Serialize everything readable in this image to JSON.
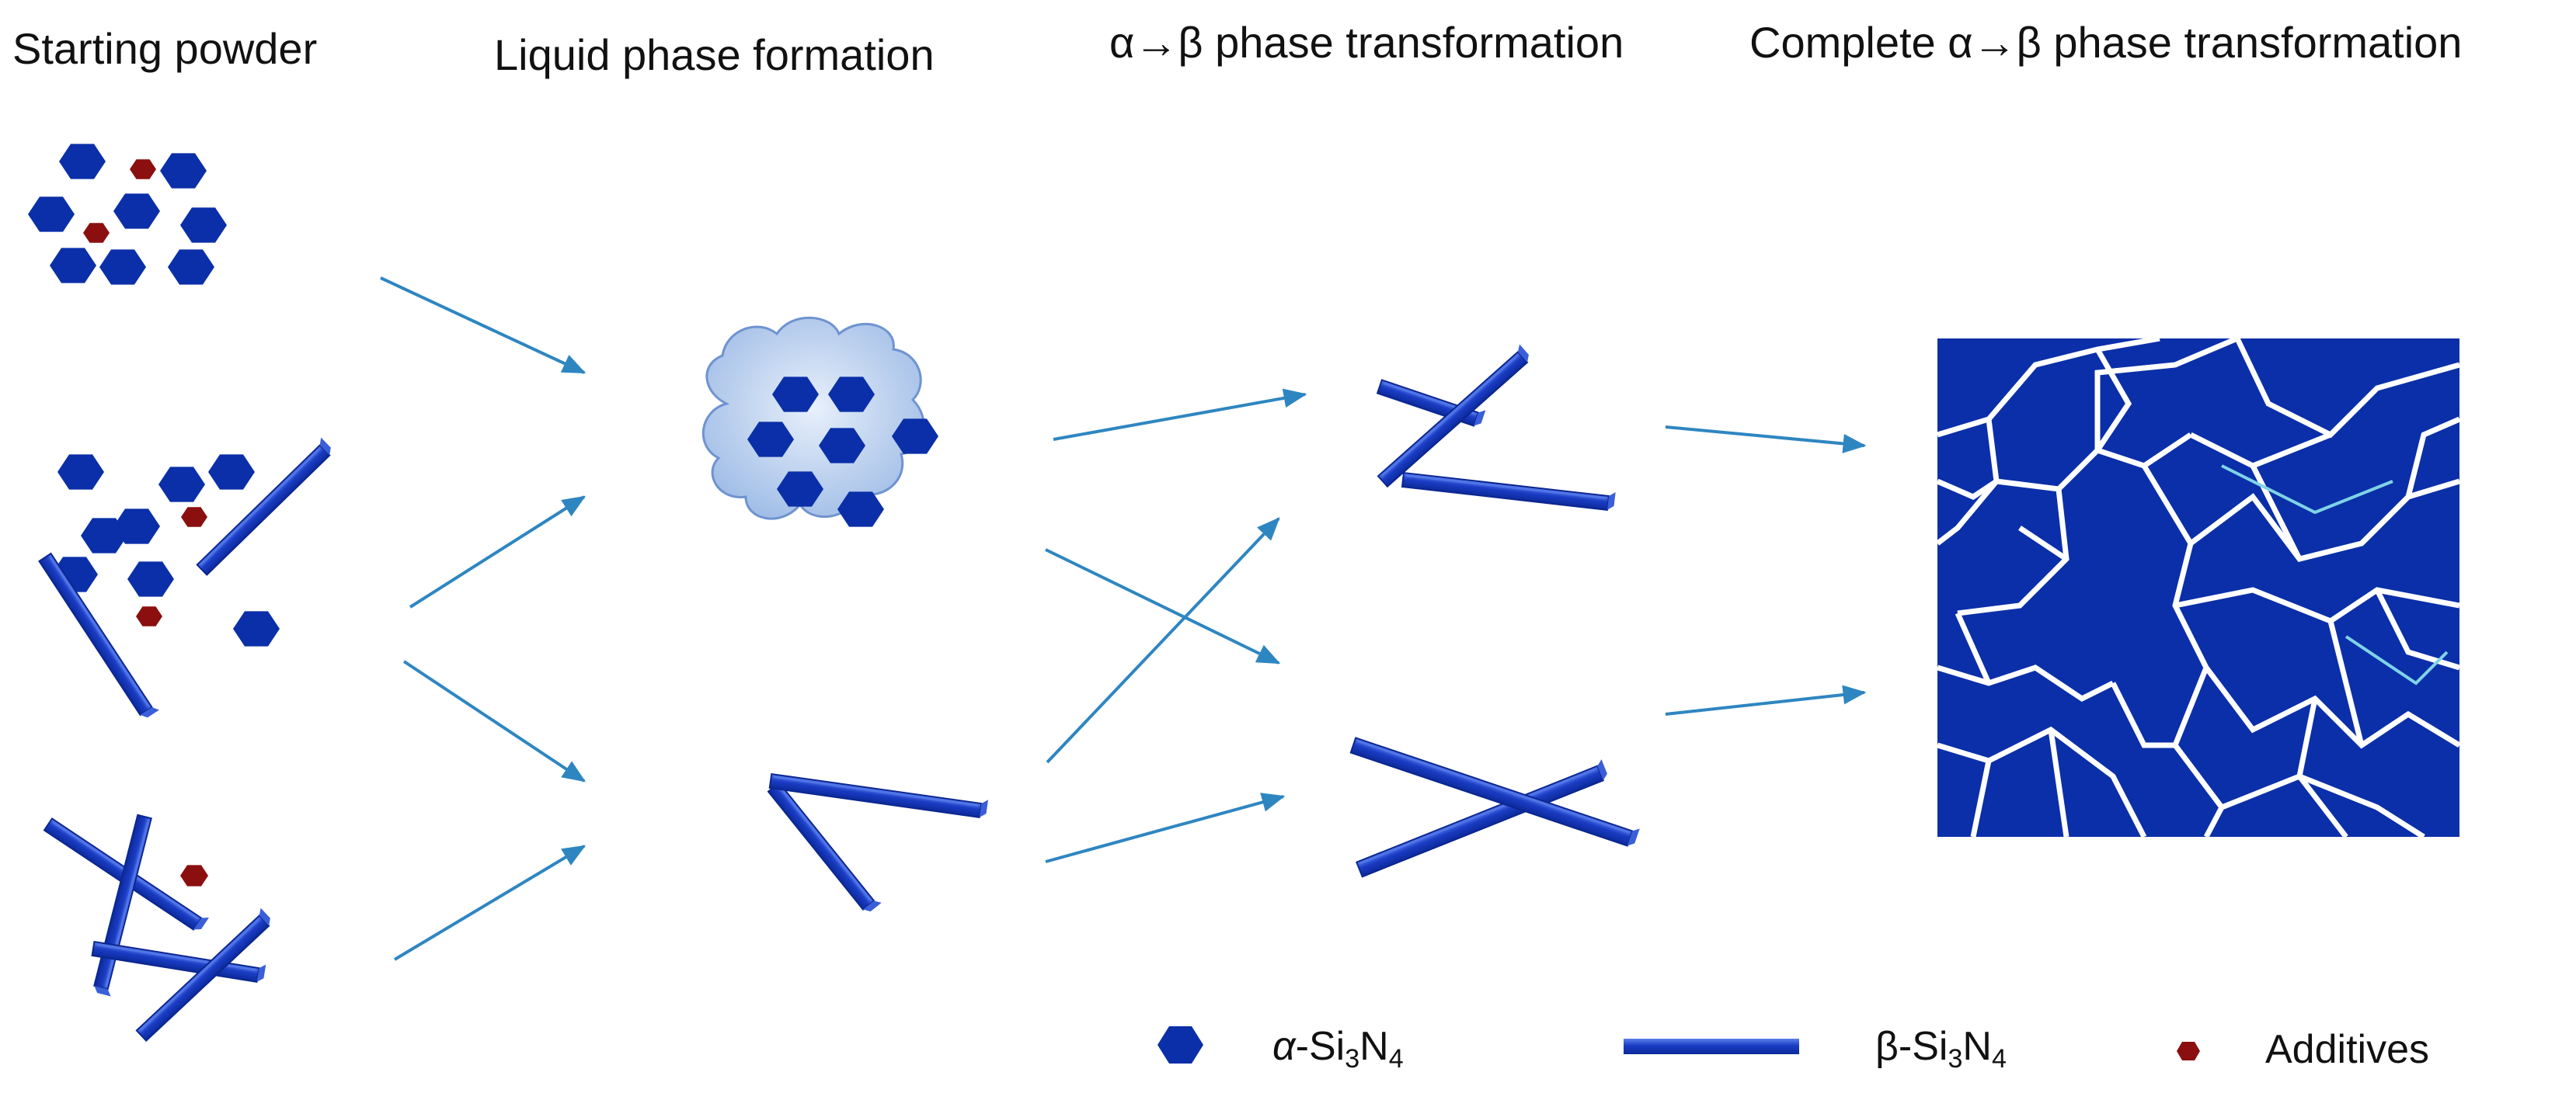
{
  "stages": [
    {
      "title": "Starting powder"
    },
    {
      "title": "Liquid phase formation"
    },
    {
      "title": "α→β phase transformation"
    },
    {
      "title": "Complete α→β phase transformation"
    }
  ],
  "legend": [
    {
      "symbol": "hexagon-icon",
      "prefix": "α",
      "formula": "-Si",
      "sub1": "3",
      "mid": "N",
      "sub2": "4",
      "color": "#0a2fa8"
    },
    {
      "symbol": "rod-icon",
      "prefix": "β",
      "formula": "-Si",
      "sub1": "3",
      "mid": "N",
      "sub2": "4",
      "color": "#0a2fa8"
    },
    {
      "symbol": "small-hexagon-icon",
      "label": "Additives",
      "color": "#8b0f0f"
    }
  ],
  "colors": {
    "alpha_grain": "#0a2fa8",
    "beta_rod": "#1a3cc4",
    "beta_rod_edge": "#4f74e8",
    "additive": "#8b0f0f",
    "arrow": "#2e86c1",
    "liquid": "#c6d9f2"
  }
}
